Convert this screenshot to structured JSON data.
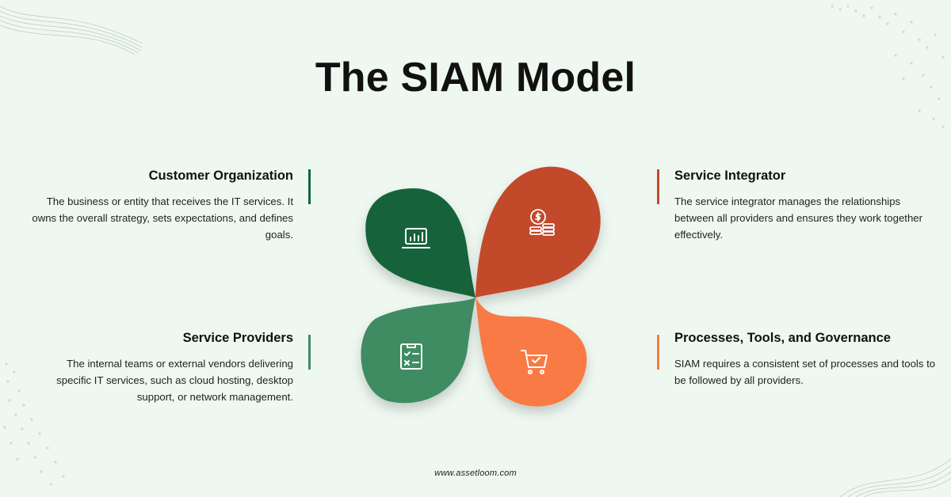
{
  "title": "The SIAM Model",
  "colors": {
    "dark_green": "#12643a",
    "mid_green": "#3f8c62",
    "dark_orange": "#c2492a",
    "light_orange": "#f97a45",
    "background": "#eef8f1"
  },
  "blocks": {
    "customer": {
      "heading": "Customer Organization",
      "description": "The business or entity that receives the IT services. It owns the overall strategy, sets expectations, and defines goals.",
      "icon": "laptop-chart-icon"
    },
    "integrator": {
      "heading": "Service Integrator",
      "description": "The service integrator manages the relationships between all providers and ensures they work together effectively.",
      "icon": "dollar-coins-icon"
    },
    "providers": {
      "heading": "Service Providers",
      "description": "The internal teams or external vendors delivering specific IT services, such as cloud hosting, desktop support, or network management.",
      "icon": "checklist-icon"
    },
    "processes": {
      "heading": "Processes, Tools, and Governance",
      "description": "SIAM requires a consistent set of processes and tools to be followed by all providers.",
      "icon": "cart-check-icon"
    }
  },
  "footer": "www.assetloom.com"
}
